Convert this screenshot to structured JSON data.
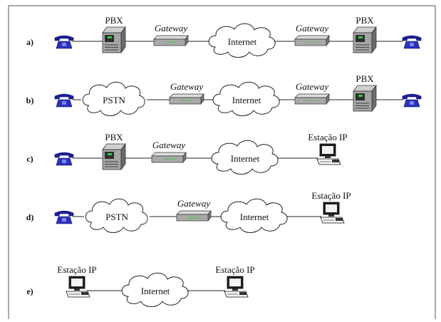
{
  "rows": [
    {
      "label": "a)",
      "items": [
        {
          "type": "phone"
        },
        {
          "type": "pbx",
          "caption": "PBX"
        },
        {
          "type": "gateway",
          "caption": "Gateway"
        },
        {
          "type": "cloud",
          "text": "Internet"
        },
        {
          "type": "gateway",
          "caption": "Gateway"
        },
        {
          "type": "pbx",
          "caption": "PBX"
        },
        {
          "type": "phone"
        }
      ]
    },
    {
      "label": "b)",
      "items": [
        {
          "type": "phone"
        },
        {
          "type": "cloud",
          "text": "PSTN"
        },
        {
          "type": "gateway",
          "caption": "Gateway"
        },
        {
          "type": "cloud",
          "text": "Internet"
        },
        {
          "type": "gateway",
          "caption": "Gateway"
        },
        {
          "type": "pbx",
          "caption": "PBX"
        },
        {
          "type": "phone"
        }
      ]
    },
    {
      "label": "c)",
      "items": [
        {
          "type": "phone"
        },
        {
          "type": "pbx",
          "caption": "PBX"
        },
        {
          "type": "gateway",
          "caption": "Gateway"
        },
        {
          "type": "cloud",
          "text": "Internet"
        },
        {
          "type": "station",
          "caption": "Estação IP"
        }
      ]
    },
    {
      "label": "d)",
      "items": [
        {
          "type": "phone"
        },
        {
          "type": "cloud",
          "text": "PSTN"
        },
        {
          "type": "gateway",
          "caption": "Gateway"
        },
        {
          "type": "cloud",
          "text": "Internet"
        },
        {
          "type": "station",
          "caption": "Estação IP"
        }
      ]
    },
    {
      "label": "e)",
      "items": [
        {
          "type": "station",
          "caption": "Estação IP"
        },
        {
          "type": "cloud",
          "text": "Internet"
        },
        {
          "type": "station",
          "caption": "Estação IP"
        }
      ]
    }
  ]
}
